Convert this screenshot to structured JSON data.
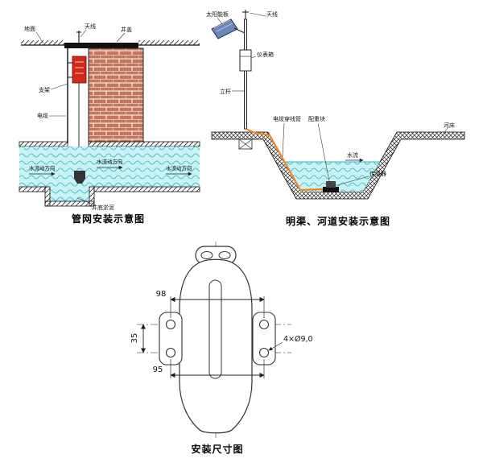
{
  "colors": {
    "water_line": "#2fb6c0",
    "device": "#d5281b",
    "cable": "#f58220"
  },
  "diagram1": {
    "caption": "管网安装示意图",
    "labels": {
      "ground": "地面",
      "antenna": "天线",
      "manhole_cover": "井盖",
      "bracket": "支架",
      "cable": "电缆",
      "flow_direction": "水流动方向",
      "sludge": "井底淤泥"
    }
  },
  "diagram2": {
    "caption": "明渠、河道安装示意图",
    "labels": {
      "solar_panel": "太阳能板",
      "antenna": "天线",
      "meter_box": "仪表箱",
      "pole": "立杆",
      "conduit": "电缆穿线管",
      "counterweight": "配重块",
      "riverbed": "河床",
      "flow": "水流",
      "sensor": "传感器"
    }
  },
  "diagram3": {
    "caption": "安装尺寸图",
    "dimensions": {
      "top_width": "98",
      "hole_spacing_vertical": "35",
      "bottom_width": "95",
      "holes_note": "4×Ø9,0"
    }
  }
}
